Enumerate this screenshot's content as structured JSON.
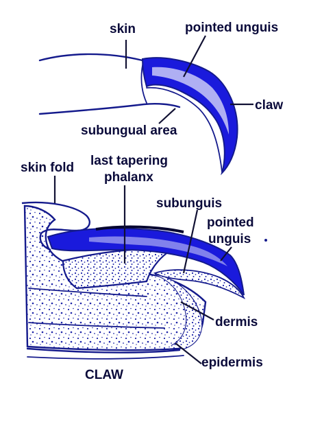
{
  "labels": {
    "skin": "skin",
    "pointed_unguis_top": "pointed unguis",
    "claw": "claw",
    "subungual_area": "subungual area",
    "skin_fold": "skin fold",
    "last_tapering_line1": "last tapering",
    "last_tapering_line2": "phalanx",
    "subunguis": "subunguis",
    "pointed_unguis_line1": "pointed",
    "pointed_unguis_line2": "unguis",
    "dermis": "dermis",
    "epidermis": "epidermis",
    "caption": "CLAW"
  },
  "colors": {
    "ink": "#141a8c",
    "horn": "#1a1adc",
    "label": "#0a0a3a",
    "background": "#ffffff"
  }
}
